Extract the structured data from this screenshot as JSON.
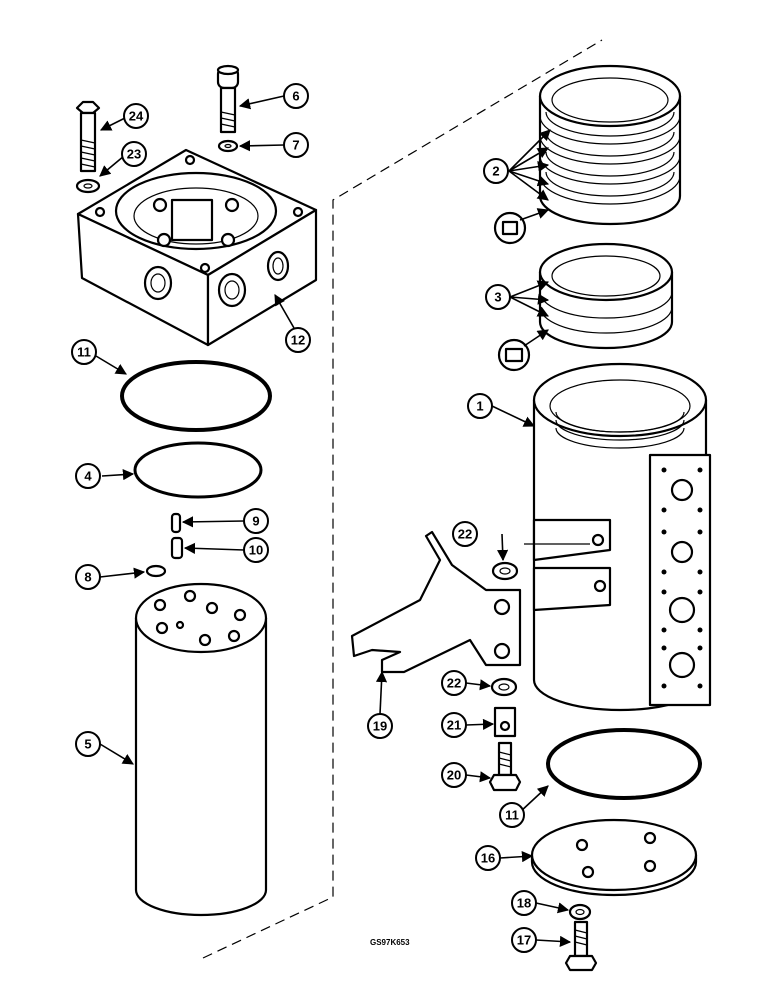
{
  "drawing_code": "GS97K653",
  "callouts": [
    "1",
    "2",
    "3",
    "4",
    "5",
    "6",
    "7",
    "8",
    "9",
    "10",
    "11",
    "11",
    "12",
    "16",
    "17",
    "18",
    "19",
    "20",
    "21",
    "22",
    "22",
    "23",
    "24"
  ]
}
